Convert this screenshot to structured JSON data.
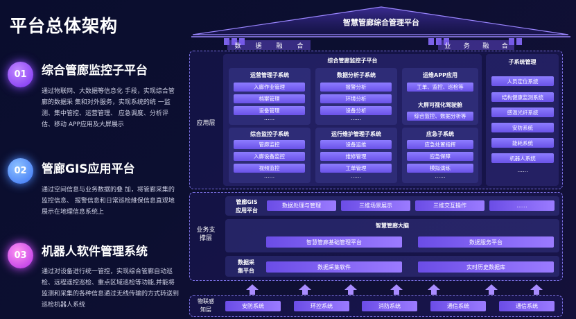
{
  "page_title": "平台总体架构",
  "sections": [
    {
      "num": "01",
      "title": "综合管廊监控子平台",
      "desc": "通过物联网、大数据等信息化 手段，实现综合管廊的数据采 集和对外服务，实现系统的统 一监测、集中管控、运营管理、 应急调度、分析评估、移动 APP应用及大屏展示"
    },
    {
      "num": "02",
      "title": "管廊GIS应用平台",
      "desc": "通过空间信息与业务数据的叠 加，将管廊采集的监控信息、 报警信息和日常巡检維保信息直观地展示在地理信息系统上"
    },
    {
      "num": "03",
      "title": "机器人软件管理系统",
      "desc": "通过对设备进行统一管控，实现综合管廊自动巡检、远程遥控巡检、重点区域巡检等功能,并能将监测和采集的各种信息通过无线传输的方式转送到巡检机器人系统"
    }
  ],
  "diagram": {
    "roof_title": "智慧管廊综合管理平台",
    "ribbon_left": [
      "数",
      "据",
      "融",
      "合"
    ],
    "ribbon_right": [
      "业",
      "务",
      "融",
      "合"
    ],
    "layer_labels": {
      "app": "应用层",
      "biz_l1": "业务支",
      "biz_l2": "撑层",
      "iot_l1": "物联感",
      "iot_l2": "知层"
    },
    "monitor_title": "综合管廊监控子平台",
    "subsystems": [
      {
        "title": "运营管理子系统",
        "items": [
          "入廊作业管理",
          "档案管理",
          "设备管理"
        ],
        "more": "......"
      },
      {
        "title": "数据分析子系统",
        "items": [
          "报警分析",
          "环境分析",
          "设备分析"
        ],
        "more": "......"
      },
      {
        "title": "运维APP应用",
        "items": [
          "工单、监控、巡检等"
        ],
        "more": ""
      },
      {
        "title": "综合监控子系统",
        "items": [
          "管廊监控",
          "入廊设备监控",
          "视频监控"
        ],
        "more": "......"
      },
      {
        "title": "运行维护管理子系统",
        "items": [
          "设备运维",
          "维修管理",
          "工单管理"
        ],
        "more": "......"
      },
      {
        "title": "应急子系统",
        "items": [
          "应急处置指挥",
          "应急保障",
          "模拟演练"
        ],
        "more": "......"
      }
    ],
    "bigscreen": {
      "title": "大屏可视化驾驶舱",
      "items": [
        "综合监控、数据分析等"
      ]
    },
    "subsys_mgmt": {
      "title": "子系统管理",
      "items": [
        "人员定位系统",
        "结构健康监测系统",
        "感温光纤系统",
        "安防系统",
        "能耗系统",
        "机器人系统"
      ],
      "more": "......"
    },
    "gis": {
      "label_l1": "管廊GIS",
      "label_l2": "应用平台",
      "items": [
        "数据处理与管理",
        "三维场景展示",
        "三维交互操作",
        "......"
      ]
    },
    "brain": {
      "title": "智慧管廊大脑",
      "items": [
        "智慧管廊基础管理平台",
        "数据服务平台"
      ]
    },
    "collect": {
      "label_l1": "数据采",
      "label_l2": "集平台",
      "items": [
        "数据采集软件",
        "实时历史数据库"
      ]
    },
    "iot_items": [
      "安防系统",
      "环控系统",
      "消防系统",
      "通信系统",
      "通信系统"
    ]
  }
}
